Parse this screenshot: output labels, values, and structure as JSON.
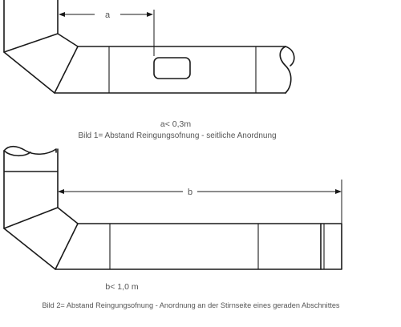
{
  "figure1": {
    "dim_letter": "a",
    "value_label": "a< 0,3m",
    "caption": "Bild 1= Abstand Reingungsofnung  -  seitliche Anordnung"
  },
  "figure2": {
    "dim_letter": "b",
    "value_label": "b< 1,0 m",
    "caption": "Bild 2= Abstand Reingungsofnung  -  Anordnung an der Stirnseite eines geraden Abschnittes"
  }
}
